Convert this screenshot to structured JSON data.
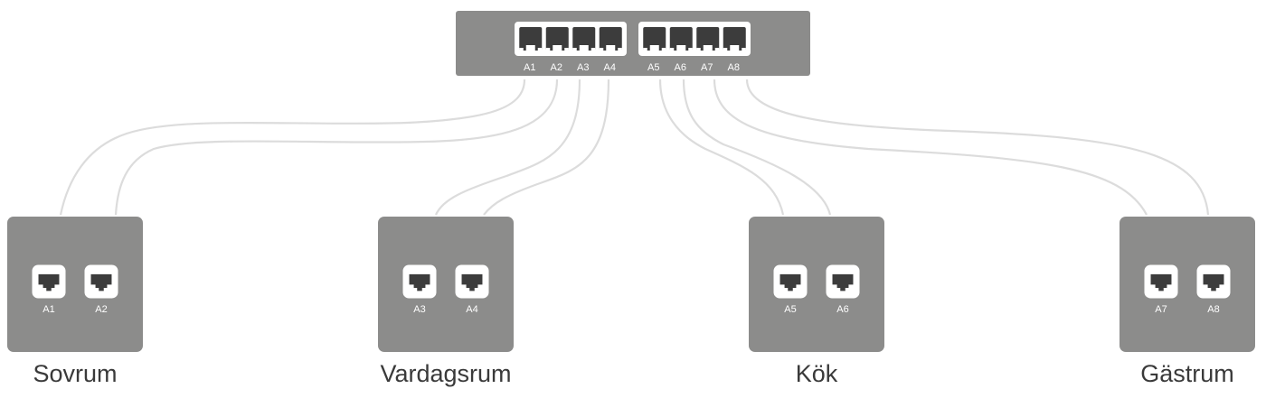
{
  "colors": {
    "device": "#8c8c8b",
    "cable": "#dcdcdc",
    "port_frame": "#ffffff",
    "port_jack": "#3c3c3c",
    "label": "#3a3a3a",
    "port_label": "#ffffff"
  },
  "icons": {
    "port": "ethernet-port-icon"
  },
  "switch": {
    "groups": [
      {
        "ports": [
          "A1",
          "A2",
          "A3",
          "A4"
        ]
      },
      {
        "ports": [
          "A5",
          "A6",
          "A7",
          "A8"
        ]
      }
    ]
  },
  "rooms": [
    {
      "id": "sovrum",
      "label": "Sovrum",
      "ports": [
        "A1",
        "A2"
      ]
    },
    {
      "id": "vardagsrum",
      "label": "Vardagsrum",
      "ports": [
        "A3",
        "A4"
      ]
    },
    {
      "id": "kok",
      "label": "Kök",
      "ports": [
        "A5",
        "A6"
      ]
    },
    {
      "id": "gastrum",
      "label": "Gästrum",
      "ports": [
        "A7",
        "A8"
      ]
    }
  ]
}
